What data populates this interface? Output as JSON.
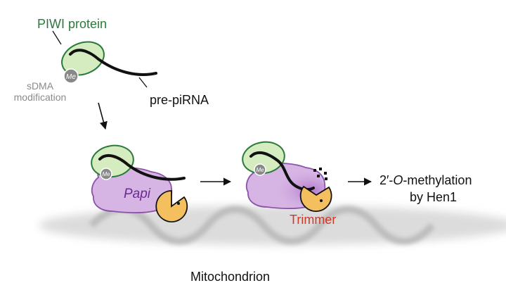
{
  "labels": {
    "piwi_protein": "PIWI protein",
    "sdma_line1": "sDMA",
    "sdma_line2": "modification",
    "pre_pirna": "pre-piRNA",
    "me": "Me",
    "papi": "Papi",
    "trimmer": "Trimmer",
    "methylation_prefix": "2′-",
    "methylation_o": "O",
    "methylation_suffix": "-methylation",
    "hen1": "by Hen1",
    "mitochondrion": "Mitochondrion"
  },
  "colors": {
    "piwi_fill": "#d4ecc0",
    "piwi_stroke": "#2a7a3a",
    "piwi_label": "#2a7a3a",
    "papi_fill": "#d6b4e4",
    "papi_stroke": "#8a52a8",
    "papi_label": "#6a2a92",
    "trimmer_fill": "#f4bf5e",
    "trimmer_label": "#cc3a2a",
    "me_fill": "#888888",
    "sdma_label": "#8a8a8a",
    "rna": "#111111",
    "mito": "#d9d9d9"
  },
  "icons": {
    "me_marker": "methyl-group-icon",
    "trimmer_shape": "pacman-icon",
    "arrows": "arrow-icon"
  }
}
